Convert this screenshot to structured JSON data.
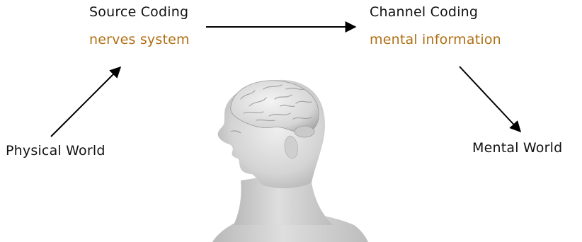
{
  "diagram": {
    "nodes": {
      "source": {
        "title": "Source Coding",
        "subtitle": "nerves system"
      },
      "channel": {
        "title": "Channel Coding",
        "subtitle": "mental information"
      },
      "physical": {
        "title": "Physical World"
      },
      "mental": {
        "title": "Mental World"
      }
    },
    "arrows": [
      {
        "from": "physical",
        "to": "source"
      },
      {
        "from": "source",
        "to": "channel"
      },
      {
        "from": "channel",
        "to": "mental"
      }
    ],
    "illustration": "human-head-with-brain-profile"
  },
  "colors": {
    "text": "#111111",
    "accent": "#b06f14",
    "arrow": "#000000"
  }
}
